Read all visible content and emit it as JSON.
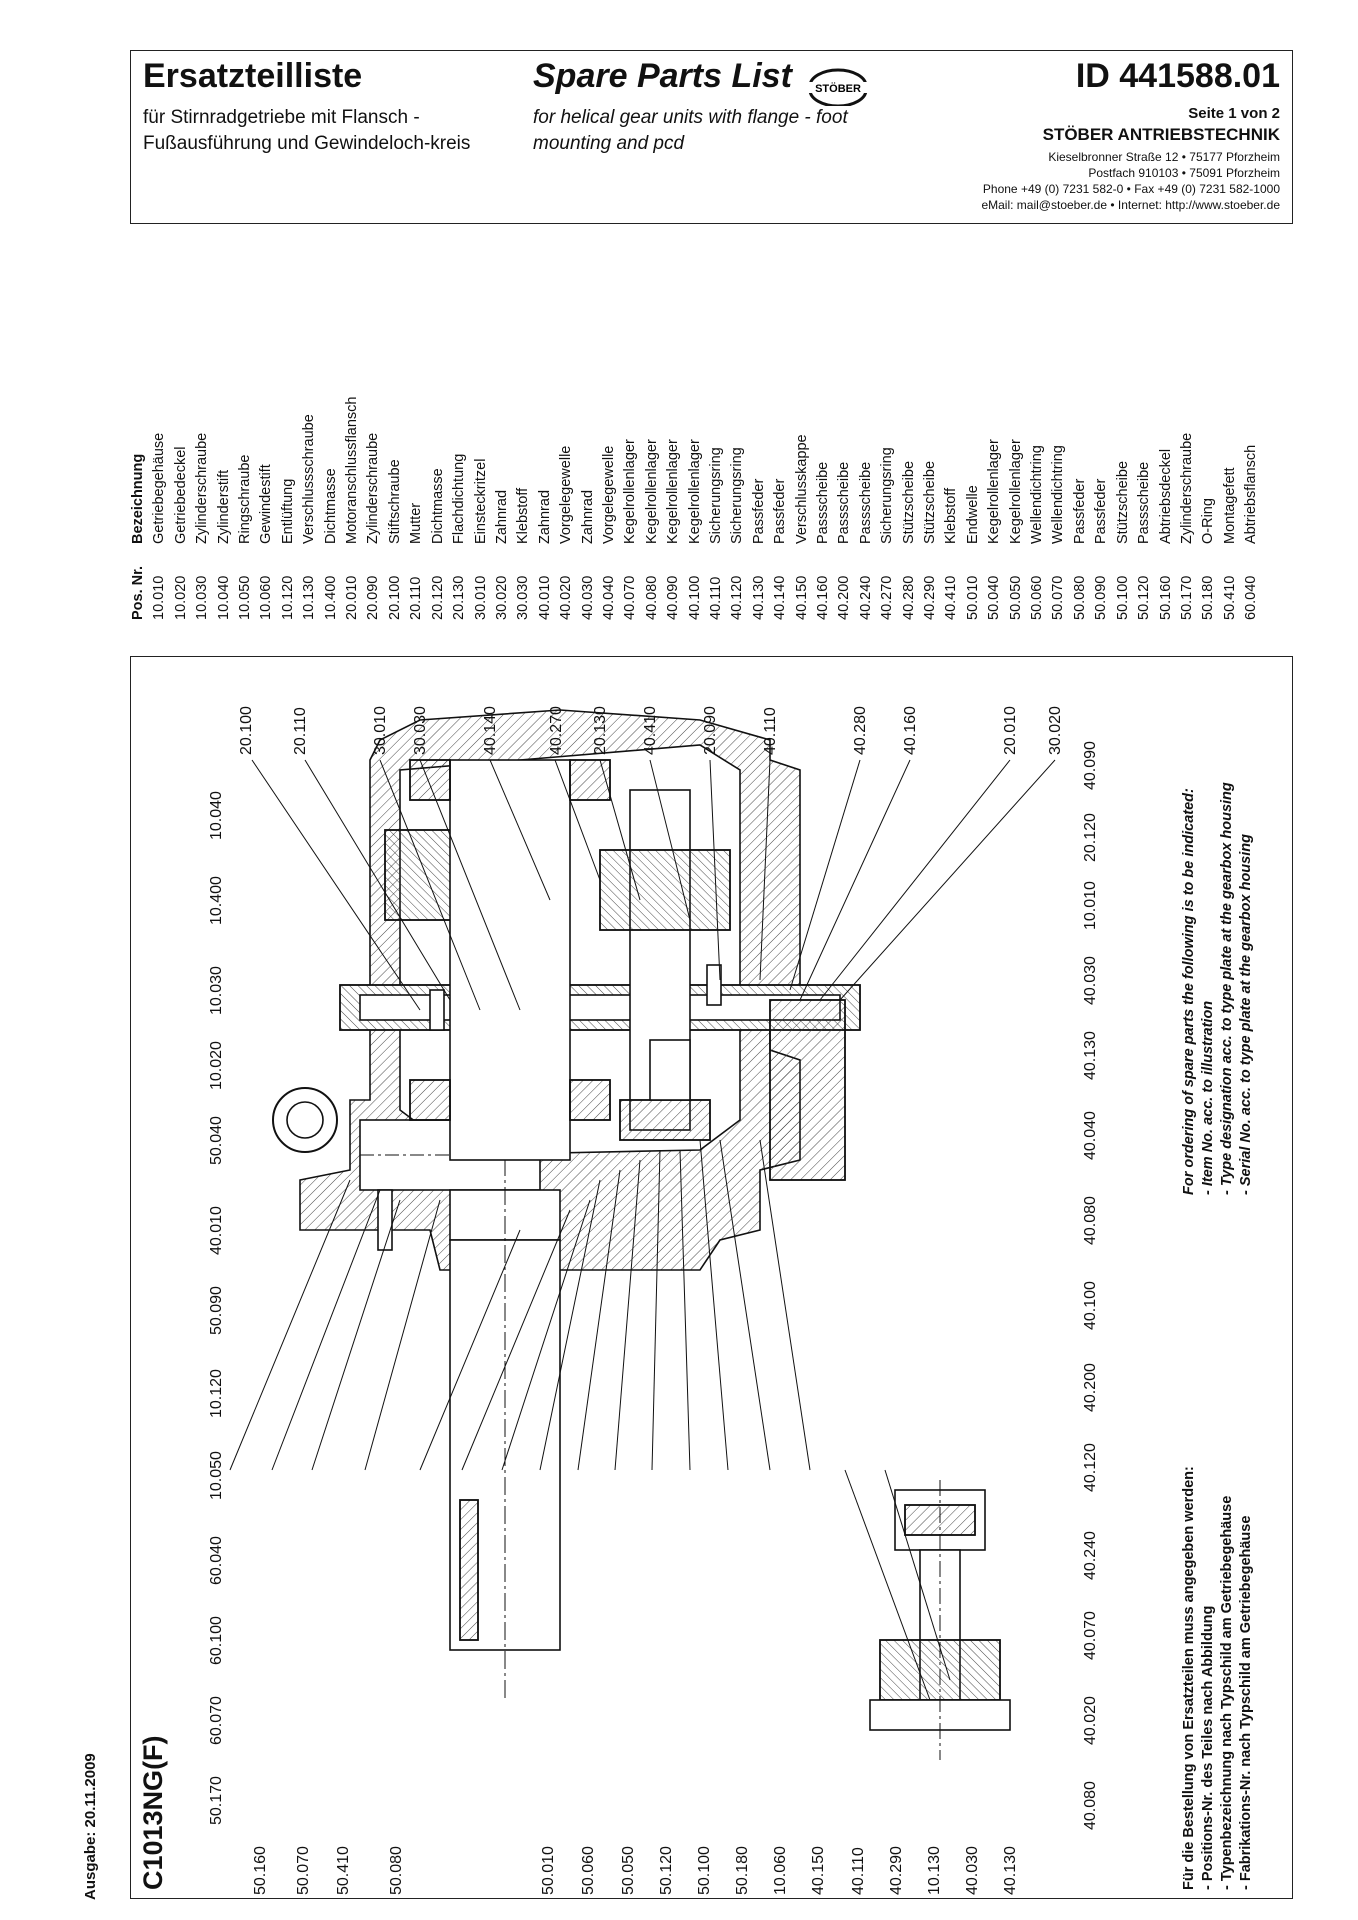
{
  "header": {
    "title_de": "Ersatzteilliste",
    "subtitle_de": "für Stirnradgetriebe mit Flansch - Fußausführung und Gewindeloch-kreis",
    "title_en": "Spare Parts List",
    "subtitle_en": "for helical gear units with flange - foot mounting and pcd",
    "doc_id": "ID 441588.01",
    "page": "Seite 1 von 2",
    "logo_text": "STÖBER",
    "company": "STÖBER ANTRIEBSTECHNIK",
    "address1": "Kieselbronner Straße 12 • 75177 Pforzheim",
    "address2": "Postfach 910103 • 75091 Pforzheim",
    "phone": "Phone +49 (0) 7231 582-0 • Fax +49 (0) 7231 582-1000",
    "email": "eMail: mail@stoeber.de • Internet: http://www.stoeber.de"
  },
  "issue": "Ausgabe: 20.11.2009",
  "model": "C1013NG(F)",
  "parts_header": {
    "pos": "Pos. Nr.",
    "name": "Bezeichnung"
  },
  "parts": [
    {
      "pos": "10.010",
      "name": "Getriebegehäuse"
    },
    {
      "pos": "10.020",
      "name": "Getriebedeckel"
    },
    {
      "pos": "10.030",
      "name": "Zylinderschraube"
    },
    {
      "pos": "10.040",
      "name": "Zylinderstift"
    },
    {
      "pos": "10.050",
      "name": "Ringschraube"
    },
    {
      "pos": "10.060",
      "name": "Gewindestift"
    },
    {
      "pos": "10.120",
      "name": "Entlüftung"
    },
    {
      "pos": "10.130",
      "name": "Verschlussschraube"
    },
    {
      "pos": "10.400",
      "name": "Dichtmasse"
    },
    {
      "pos": "20.010",
      "name": "Motoranschlussflansch"
    },
    {
      "pos": "20.090",
      "name": "Zylinderschraube"
    },
    {
      "pos": "20.100",
      "name": "Stiftschraube"
    },
    {
      "pos": "20.110",
      "name": "Mutter"
    },
    {
      "pos": "20.120",
      "name": "Dichtmasse"
    },
    {
      "pos": "20.130",
      "name": "Flachdichtung"
    },
    {
      "pos": "30.010",
      "name": "Einsteckritzel"
    },
    {
      "pos": "30.020",
      "name": "Zahnrad"
    },
    {
      "pos": "30.030",
      "name": "Klebstoff"
    },
    {
      "pos": "40.010",
      "name": "Zahnrad"
    },
    {
      "pos": "40.020",
      "name": "Vorgelegewelle"
    },
    {
      "pos": "40.030",
      "name": "Zahnrad"
    },
    {
      "pos": "40.040",
      "name": "Vorgelegewelle"
    },
    {
      "pos": "40.070",
      "name": "Kegelrollenlager"
    },
    {
      "pos": "40.080",
      "name": "Kegelrollenlager"
    },
    {
      "pos": "40.090",
      "name": "Kegelrollenlager"
    },
    {
      "pos": "40.100",
      "name": "Kegelrollenlager"
    },
    {
      "pos": "40.110",
      "name": "Sicherungsring"
    },
    {
      "pos": "40.120",
      "name": "Sicherungsring"
    },
    {
      "pos": "40.130",
      "name": "Passfeder"
    },
    {
      "pos": "40.140",
      "name": "Passfeder"
    },
    {
      "pos": "40.150",
      "name": "Verschlusskappe"
    },
    {
      "pos": "40.160",
      "name": "Passscheibe"
    },
    {
      "pos": "40.200",
      "name": "Passscheibe"
    },
    {
      "pos": "40.240",
      "name": "Passscheibe"
    },
    {
      "pos": "40.270",
      "name": "Sicherungsring"
    },
    {
      "pos": "40.280",
      "name": "Stützscheibe"
    },
    {
      "pos": "40.290",
      "name": "Stützscheibe"
    },
    {
      "pos": "40.410",
      "name": "Klebstoff"
    },
    {
      "pos": "50.010",
      "name": "Endwelle"
    },
    {
      "pos": "50.040",
      "name": "Kegelrollenlager"
    },
    {
      "pos": "50.050",
      "name": "Kegelrollenlager"
    },
    {
      "pos": "50.060",
      "name": "Wellendichtring"
    },
    {
      "pos": "50.070",
      "name": "Wellendichtring"
    },
    {
      "pos": "50.080",
      "name": "Passfeder"
    },
    {
      "pos": "50.090",
      "name": "Passfeder"
    },
    {
      "pos": "50.100",
      "name": "Stützscheibe"
    },
    {
      "pos": "50.120",
      "name": "Passscheibe"
    },
    {
      "pos": "50.160",
      "name": "Abtriebsdeckel"
    },
    {
      "pos": "50.170",
      "name": "Zylinderschraube"
    },
    {
      "pos": "50.180",
      "name": "O-Ring"
    },
    {
      "pos": "50.410",
      "name": "Montagefett"
    },
    {
      "pos": "60.040",
      "name": "Abtriebsflansch"
    }
  ],
  "labels_top": [
    "20.100",
    "20.110",
    "30.010",
    "30.030",
    "40.140",
    "40.270",
    "20.130",
    "40.410",
    "20.090",
    "40.110",
    "40.280",
    "40.160",
    "20.010",
    "30.020"
  ],
  "labels_left": [
    "10.040",
    "10.400",
    "10.030",
    "10.020",
    "50.040",
    "40.010",
    "50.090",
    "10.120",
    "10.050",
    "60.040",
    "60.100",
    "60.070",
    "50.170"
  ],
  "labels_bottom": [
    "50.160",
    "50.070",
    "50.410",
    "50.080",
    "50.010",
    "50.060",
    "50.050",
    "50.120",
    "50.100",
    "50.180",
    "10.060",
    "40.150",
    "40.110",
    "40.290",
    "10.130",
    "40.030",
    "40.130"
  ],
  "labels_right": [
    "40.090",
    "20.120",
    "10.010",
    "40.030",
    "40.130",
    "40.040",
    "40.080",
    "40.100",
    "40.200",
    "40.120",
    "40.240",
    "40.070",
    "40.020",
    "40.080"
  ],
  "order_note_de": {
    "title": "Für die Bestellung von Ersatzteilen muss angegeben werden:",
    "l1": "- Positions-Nr. des Teiles nach Abbildung",
    "l2": "- Typenbezeichnung nach Typschild am Getriebegehäuse",
    "l3": "- Fabrikations-Nr. nach Typschild am Getriebegehäuse"
  },
  "order_note_en": {
    "title": "For ordering of spare parts the following is to be indicated:",
    "l1": "- Item No. acc. to illustration",
    "l2": "- Type designation acc. to type plate at the gearbox housing",
    "l3": "- Serial No. acc. to type plate at the gearbox housing"
  }
}
